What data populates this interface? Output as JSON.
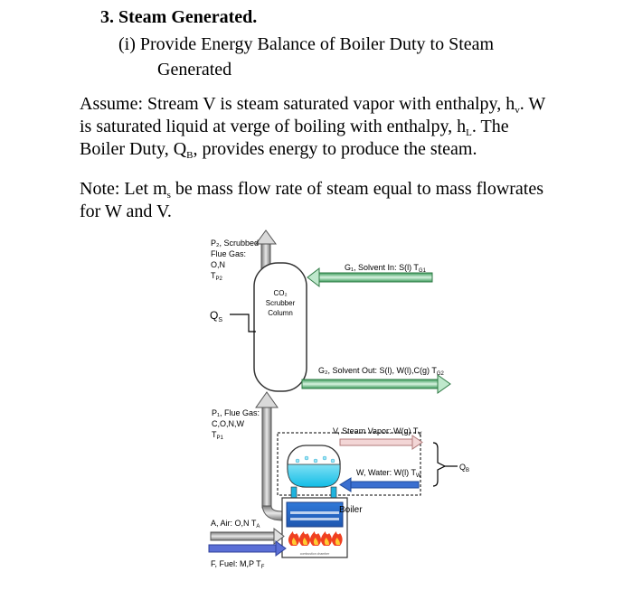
{
  "heading": "3. Steam Generated.",
  "subheading": {
    "line1": "(i) Provide Energy Balance of Boiler Duty to Steam",
    "line2": "Generated"
  },
  "assume": {
    "l1_a": "Assume: Stream V is steam saturated vapor with enthalpy, h",
    "l1_sub": "v",
    "l1_b": ". W",
    "l2_a": "is saturated liquid at verge of boiling with enthalpy, h",
    "l2_sub": "L",
    "l2_b": ". The",
    "l3_a": "Boiler Duty, Q",
    "l3_sub": "B",
    "l3_b": ", provides energy to produce the steam."
  },
  "note": {
    "l1_a": "Note: Let m",
    "l1_sub": "s",
    "l1_b": " be mass flow rate of steam equal to mass flowrates",
    "l2": "for W and V."
  },
  "diagram": {
    "p2_line1": "P₂, Scrubbed",
    "p2_line2": "Flue Gas:",
    "p2_line3": "O,N",
    "p2_line4": "T",
    "p2_line4_sub": "P2",
    "column_line1": "CO₂",
    "column_line2": "Scrubber",
    "column_line3": "Column",
    "qs": "Q",
    "qs_sub": "S",
    "g1": "G₁, Solvent In: S(l) T",
    "g1_sub": "G1",
    "g2": "G₂, Solvent Out: S(l), W(l),C(g) T",
    "g2_sub": "G2",
    "p1_line1": "P₁, Flue Gas:",
    "p1_line2": "C,O,N,W",
    "p1_line3": "T",
    "p1_line3_sub": "P1",
    "v_stream": "V, Steam Vapor: W(g) T",
    "v_sub": "V",
    "qb": "Q",
    "qb_sub": "B",
    "w_stream": "W, Water: W(l) T",
    "w_sub": "W",
    "boiler": "Boiler",
    "air": "A, Air: O,N T",
    "air_sub": "A",
    "fuel": "F, Fuel: M,P T",
    "fuel_sub": "F",
    "combustion": "combustion chamber"
  }
}
